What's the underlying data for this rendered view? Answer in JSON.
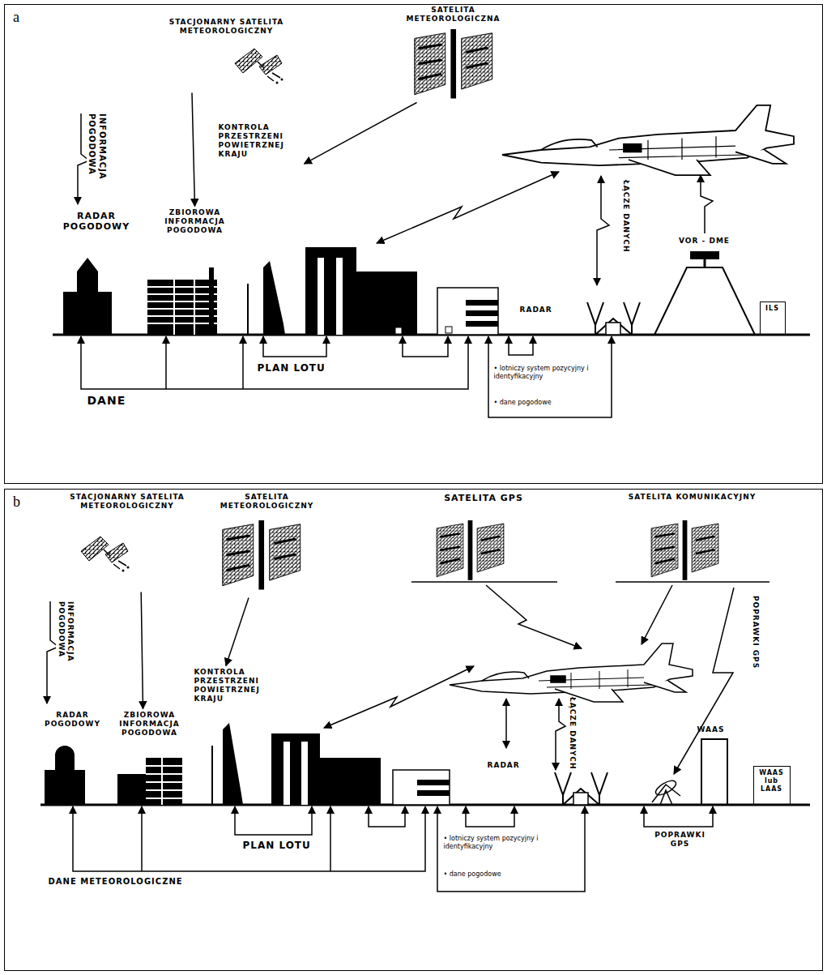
{
  "diagram": {
    "nodes": [
      {
        "text": [
          "a"
        ]
      },
      {
        "text": [
          "SATELITA METEOROLOGICZNA"
        ],
        "in": 0
      },
      {
        "text": [
          "STACJONARNY SATELITA METEOROLOGICZNY"
        ],
        "in": 0
      },
      {
        "text": [
          "RADAR POGODOWY"
        ],
        "in": 0
      },
      {
        "text": [
          "ZBIOROWA INFORMACJA POGODOWA"
        ],
        "in": 0
      },
      {
        "text": [
          "KONTROLA PRZESTRZENI POWIETRZNEJ KRAJU"
        ],
        "in": 0
      },
      {
        "text": [
          "RADAR"
        ],
        "in": 0
      },
      {
        "text": [
          "VOR - DME"
        ],
        "in": 0
      },
      {
        "text": [
          "ILS"
        ],
        "in": 0
      },
      {
        "text": [
          "b"
        ]
      },
      {
        "text": [
          "STACJONARNY SATELITA METEOROLOGICZNY"
        ],
        "in": 9
      },
      {
        "text": [
          "SATELITA METEOROLOGICZNY"
        ],
        "in": 9
      },
      {
        "text": [
          "SATELITA GPS"
        ],
        "in": 9
      },
      {
        "text": [
          "SATELITA KOMUNIKACYJNY"
        ],
        "in": 9
      },
      {
        "text": [
          "RADAR POGODOWY"
        ],
        "in": 9
      },
      {
        "text": [
          "ZBIOROWA INFORMACJA POGODOWA"
        ],
        "in": 9
      },
      {
        "text": [
          "KONTROLA PRZESTRZENI POWIETRZNEJ KRAJU"
        ],
        "in": 9
      },
      {
        "text": [
          "RADAR"
        ],
        "in": 9
      },
      {
        "text": [
          "WAAS"
        ],
        "in": 9
      },
      {
        "text": [
          "WAAS lub LAAS"
        ],
        "in": 9
      }
    ],
    "edges": [
      {
        "from": 1,
        "to": 5,
        "arrow": "to"
      },
      {
        "from": 2,
        "to": 4,
        "arrow": "to"
      },
      {
        "from": 11,
        "to": 16,
        "arrow": "to"
      },
      {
        "from": 10,
        "to": 15,
        "arrow": "to"
      }
    ],
    "labels": [
      "INFORMACJA POGODOWA",
      "ŁĄCZE DANYCH",
      "PLAN LOTU",
      "DANE",
      "• lotniczy system pozycyjny i identyfikacyjny",
      "• dane pogodowe",
      "INFORMACJA POGODOWA",
      "ŁĄCZE DANYCH",
      "POPRAWKI GPS",
      "PLAN LOTU",
      "DANE METEOROLOGICZNE",
      "• lotniczy system pozycyjny i identyfikacyjny",
      "• dane pogodowe",
      "POPRAWKI GPS"
    ]
  }
}
